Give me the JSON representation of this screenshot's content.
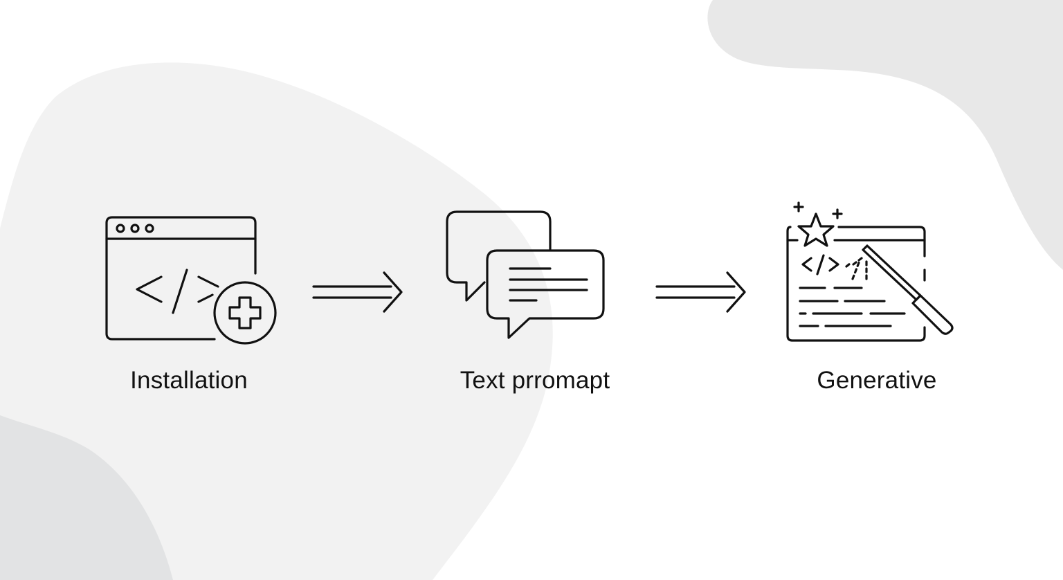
{
  "colors": {
    "background": "#ffffff",
    "blob_light": "#f2f2f2",
    "blob_mid": "#e8e8e8",
    "blob_dark": "#e2e3e4",
    "stroke": "#111111",
    "text": "#111111"
  },
  "flow": {
    "steps": [
      {
        "label": "Installation",
        "icon": "code-window-plus-icon"
      },
      {
        "label": "Text prromapt",
        "icon": "chat-bubbles-icon"
      },
      {
        "label": "Generative",
        "icon": "magic-wand-code-window-icon"
      }
    ],
    "connectors": [
      {
        "icon": "double-arrow-right-icon",
        "from": "Installation",
        "to": "Text prromapt"
      },
      {
        "icon": "double-arrow-right-icon",
        "from": "Text prromapt",
        "to": "Generative"
      }
    ]
  }
}
